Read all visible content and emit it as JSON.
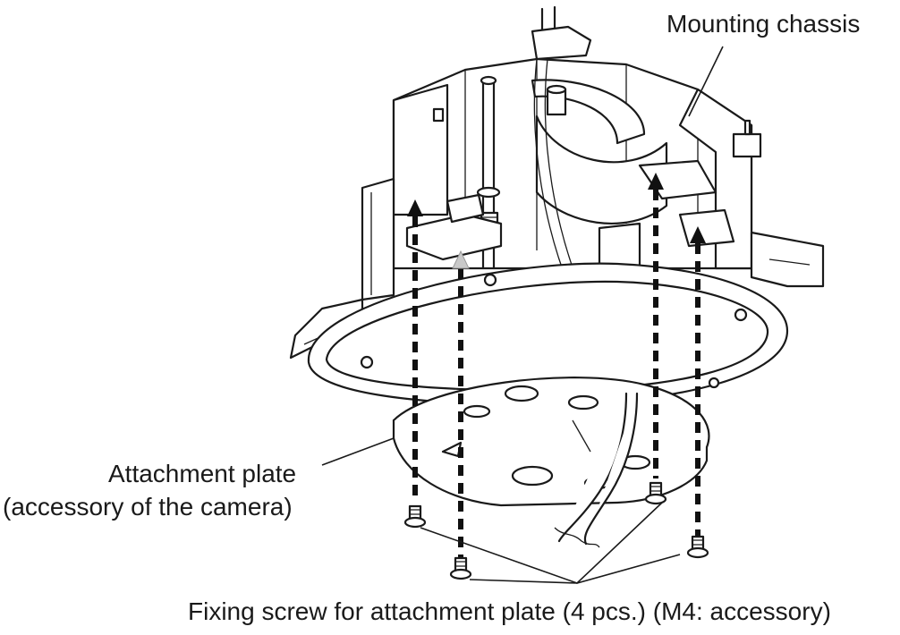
{
  "labels": {
    "mounting_chassis": "Mounting chassis",
    "attachment_plate_line1": "Attachment plate",
    "attachment_plate_line2": "(accessory of the camera)",
    "fixing_screw": "Fixing screw for attachment plate (4 pcs.) (M4: accessory)"
  },
  "icons": {
    "arrow": "up-arrow-icon",
    "screw": "screw-icon"
  },
  "colors": {
    "line": "#1a1a1a",
    "background": "#ffffff",
    "highlight_arrow": "#c9c9c9"
  }
}
